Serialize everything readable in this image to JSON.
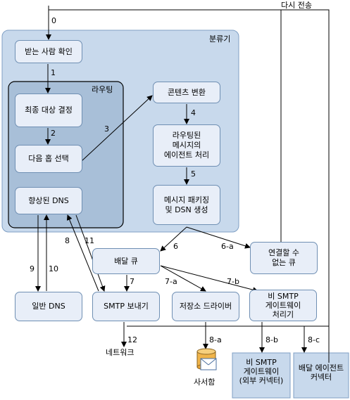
{
  "regions": {
    "categorizer": "분류기",
    "routing": "라우팅"
  },
  "boxes": {
    "resolve_recipients": "받는 사람 확인",
    "final_target": "최종 대상 결정",
    "next_hop": "다음 홉 선택",
    "enhanced_dns": "향상된 DNS",
    "content_conversion": "콘텐츠 변환",
    "routed_agent": "라우팅된\n메시지의\n에이전트 처리",
    "packaging": "메시지 패키징\n및 DSN 생성",
    "delivery_queue": "배달 큐",
    "unreachable_queue": "연결할 수\n없는 큐",
    "general_dns": "일반 DNS",
    "smtp_send": "SMTP 보내기",
    "store_driver": "저장소 드라이버",
    "non_smtp_gateway_processing": "비 SMTP\n게이트웨이\n처리기",
    "non_smtp_gateway_external": "비 SMTP\n게이트웨이\n(외부 커넥터)",
    "delivery_agent_connector": "배달 에이전트\n커넥터"
  },
  "labels": {
    "resubmit": "다시 전송",
    "network": "네트워크",
    "mailbox": "사서함"
  },
  "steps": [
    "0",
    "1",
    "2",
    "3",
    "4",
    "5",
    "6",
    "6-a",
    "7",
    "7-a",
    "7-b",
    "8",
    "9",
    "10",
    "11",
    "12",
    "8-a",
    "8-b",
    "8-c"
  ],
  "colors": {
    "outer_region_fill": "#c8d9ec",
    "inner_region_fill": "#a8bfd8",
    "box_fill": "#e8eef8",
    "box_border": "#6f8fb3",
    "external_box_fill": "#c8d9ec",
    "line": "#000000"
  },
  "icons": [
    "mailbox-database-icon"
  ]
}
